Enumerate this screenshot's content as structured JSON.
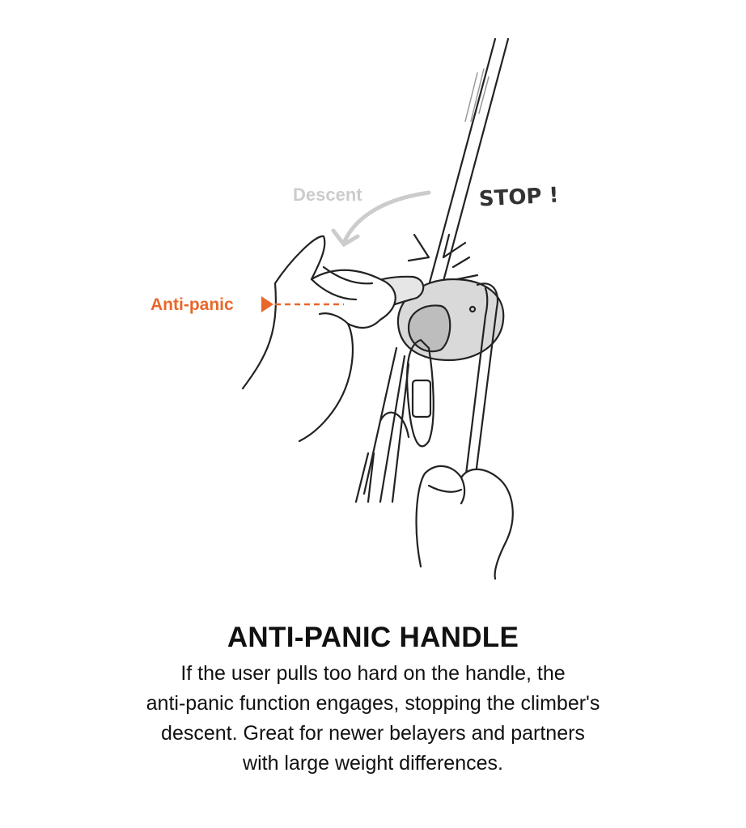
{
  "illustration": {
    "label_stop": "STOP !",
    "label_descent": "Descent",
    "label_anti_panic": "Anti-panic",
    "accent_color": "#e8672a",
    "descent_color": "#cccccc"
  },
  "caption": {
    "title": "ANTI-PANIC HANDLE",
    "lines": [
      "If the user pulls too hard on the handle, the",
      "anti-panic function engages, stopping the climber's",
      "descent. Great for newer belayers and partners",
      "with large weight differences."
    ]
  }
}
